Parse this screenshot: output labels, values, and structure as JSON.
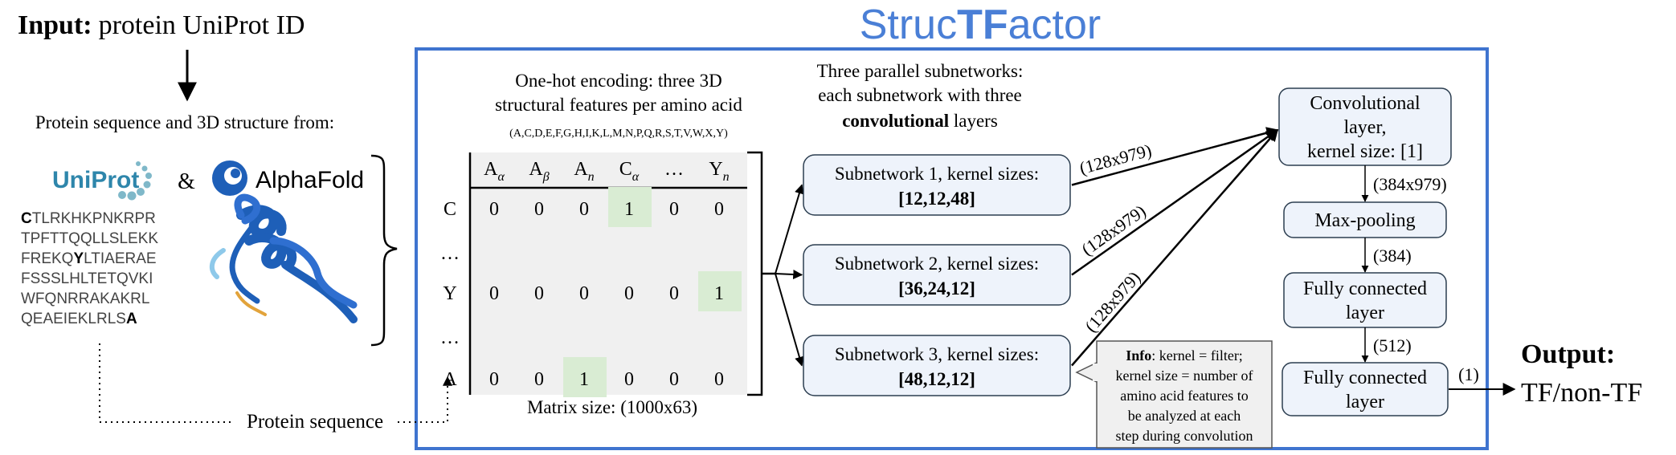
{
  "title": {
    "prefix": "Struc",
    "bold": "TF",
    "suffix": "actor"
  },
  "input": {
    "label": "Input:",
    "text": "protein UniProt ID"
  },
  "source": {
    "caption": "Protein sequence and 3D structure from:",
    "uniprot_logo": "UniProt",
    "ampersand": "&",
    "alphafold_logo": "AlphaFold"
  },
  "sequence": [
    [
      {
        "t": "C",
        "b": true
      },
      {
        "t": "TLRKHKPNKRPR",
        "b": false
      }
    ],
    [
      {
        "t": "TPFTTQQLLSLEKK",
        "b": false
      }
    ],
    [
      {
        "t": "FREKQ",
        "b": false
      },
      {
        "t": "Y",
        "b": true
      },
      {
        "t": "LTIAERAE",
        "b": false
      }
    ],
    [
      {
        "t": "FSSSLHLTETQVKI",
        "b": false
      }
    ],
    [
      {
        "t": "WFQNRRAKAKRL",
        "b": false
      }
    ],
    [
      {
        "t": "QEAEIEKLRLS",
        "b": false
      },
      {
        "t": "A",
        "b": true
      }
    ]
  ],
  "protein_sequence_label": "Protein sequence",
  "encoding": {
    "title_line1": "One-hot encoding: three 3D",
    "title_line2": "structural features per amino acid",
    "alphabet": "(A,C,D,E,F,G,H,I,K,L,M,N,P,Q,R,S,T,V,W,X,Y)",
    "columns": [
      {
        "base": "A",
        "sub": "α"
      },
      {
        "base": "A",
        "sub": "β"
      },
      {
        "base": "A",
        "sub": "n"
      },
      {
        "base": "C",
        "sub": "α"
      },
      {
        "base": "…",
        "sub": ""
      },
      {
        "base": "Y",
        "sub": "n"
      }
    ],
    "rows": [
      {
        "label": "C",
        "values": [
          "0",
          "0",
          "0",
          "1",
          "0",
          "0"
        ],
        "hot": 3
      },
      {
        "label": "…",
        "values": [],
        "hot": -1
      },
      {
        "label": "Y",
        "values": [
          "0",
          "0",
          "0",
          "0",
          "0",
          "1"
        ],
        "hot": 5
      },
      {
        "label": "…",
        "values": [],
        "hot": -1
      },
      {
        "label": "A",
        "values": [
          "0",
          "0",
          "1",
          "0",
          "0",
          "0"
        ],
        "hot": 2
      }
    ],
    "matrix_size": "Matrix size: (1000x63)"
  },
  "subnetworks": {
    "header_line1": "Three parallel subnetworks:",
    "header_line2": "each subnetwork with three",
    "header_bold": "convolutional",
    "header_suffix": " layers",
    "items": [
      {
        "line1": "Subnetwork 1, kernel sizes:",
        "line2": "[12,12,48]",
        "dim": "(128x979)"
      },
      {
        "line1": "Subnetwork 2, kernel sizes:",
        "line2": "[36,24,12]",
        "dim": "(128x979)"
      },
      {
        "line1": "Subnetwork 3, kernel sizes:",
        "line2": "[48,12,12]",
        "dim": "(128x979)"
      }
    ]
  },
  "info": {
    "bold": "Info",
    "line1_rest": ": kernel = filter;",
    "line2": "kernel size = number of",
    "line3": "amino acid features to",
    "line4": "be analyzed at each",
    "line5": "step during convolution"
  },
  "pipeline": [
    {
      "lines": [
        "Convolutional",
        "layer,",
        "kernel size: [1]"
      ],
      "dim_after": "(384x979)"
    },
    {
      "lines": [
        "Max-pooling"
      ],
      "dim_after": "(384)"
    },
    {
      "lines": [
        "Fully connected",
        "layer"
      ],
      "dim_after": "(512)"
    },
    {
      "lines": [
        "Fully connected",
        "layer"
      ],
      "dim_after": "(1)"
    }
  ],
  "output": {
    "label": "Output:",
    "text": "TF/non-TF"
  },
  "colors": {
    "frame": "#3f74cf",
    "title": "#4a7fd6",
    "box_fill": "#eef3fb",
    "box_stroke": "#2c3e50",
    "matrix_bg": "#f0f0f0",
    "hot_cell": "#d9ecd3",
    "uniprot_blue": "#2e86ab",
    "uniprot_dots": "#7fb8c9",
    "alphafold_blue": "#1e5fb8"
  }
}
